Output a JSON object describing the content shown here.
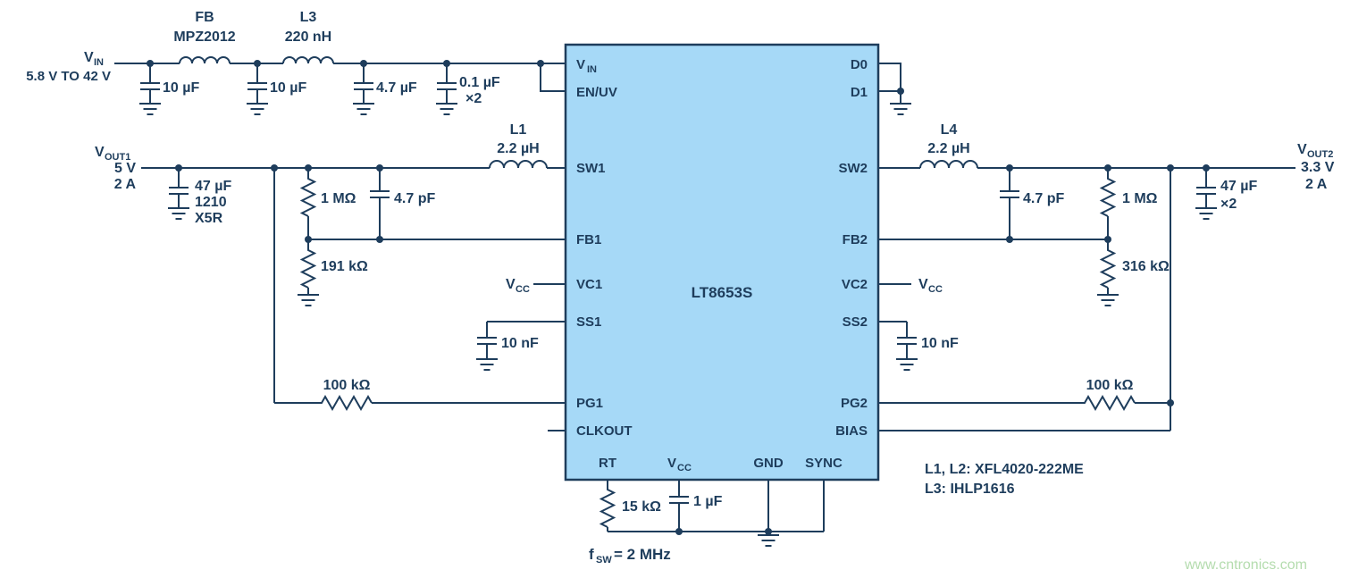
{
  "ic": {
    "name": "LT8653S",
    "pin_vin_main": "V",
    "pin_vin_sub": "IN",
    "pin_enuv": "EN/UV",
    "pin_sw1": "SW1",
    "pin_fb1": "FB1",
    "pin_vc1": "VC1",
    "pin_ss1": "SS1",
    "pin_pg1": "PG1",
    "pin_clkout": "CLKOUT",
    "pin_rt": "RT",
    "pin_vcc_main": "V",
    "pin_vcc_sub": "CC",
    "pin_gnd": "GND",
    "pin_sync": "SYNC",
    "pin_d0": "D0",
    "pin_d1": "D1",
    "pin_sw2": "SW2",
    "pin_fb2": "FB2",
    "pin_vc2": "VC2",
    "pin_ss2": "SS2",
    "pin_pg2": "PG2",
    "pin_bias": "BIAS"
  },
  "input": {
    "label_main": "V",
    "label_sub": "IN",
    "range": "5.8 V TO 42 V",
    "fb_ref": "FB",
    "fb_part": "MPZ2012",
    "l3_ref": "L3",
    "l3_val": "220 nH",
    "c1": "10 µF",
    "c2": "10 µF",
    "c3": "4.7 µF",
    "c4": "0.1 µF",
    "c4_qty": "×2"
  },
  "out1": {
    "label_main": "V",
    "label_sub": "OUT1",
    "v": "5 V",
    "i": "2 A",
    "cout": "47 µF",
    "cout_size": "1210",
    "cout_diel": "X5R",
    "l1_ref": "L1",
    "l1_val": "2.2 µH",
    "r_top": "1 MΩ",
    "c_ff": "4.7 pF",
    "r_bot": "191 kΩ",
    "vcc_main": "V",
    "vcc_sub": "CC",
    "css": "10 nF",
    "rpg": "100 kΩ"
  },
  "out2": {
    "label_main": "V",
    "label_sub": "OUT2",
    "v": "3.3 V",
    "i": "2 A",
    "l4_ref": "L4",
    "l4_val": "2.2 µH",
    "c_ff": "4.7 pF",
    "r_top": "1 MΩ",
    "r_bot": "316 kΩ",
    "vcc_main": "V",
    "vcc_sub": "CC",
    "css": "10 nF",
    "rpg": "100 kΩ",
    "cout": "47 µF",
    "cout_qty": "×2"
  },
  "bottom": {
    "rt_r": "15 kΩ",
    "vcc_c": "1 µF",
    "fsw_main": "f",
    "fsw_sub": "SW",
    "fsw_rest": "= 2 MHz"
  },
  "notes": {
    "line1": "L1, L2: XFL4020-222ME",
    "line2": "L3: IHLP1616"
  },
  "watermark": "www.cntronics.com",
  "colors": {
    "ink": "#1e3d5c",
    "ic_fill": "#a6d9f7",
    "watermark": "#b4dcae"
  }
}
